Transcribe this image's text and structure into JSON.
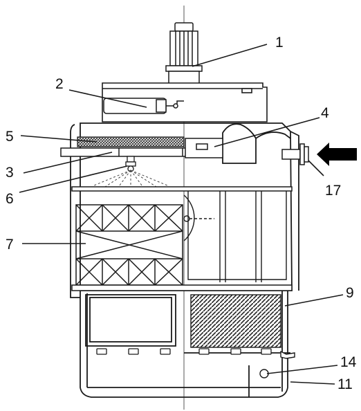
{
  "diagram": {
    "type": "cooling-tower-cross-section",
    "callouts": [
      {
        "id": "motor",
        "text": "1"
      },
      {
        "id": "upper-unit",
        "text": "2"
      },
      {
        "id": "spray-pipe",
        "text": "3"
      },
      {
        "id": "inlet-pipe",
        "text": "4"
      },
      {
        "id": "drift-eliminator",
        "text": "5"
      },
      {
        "id": "nozzle",
        "text": "6"
      },
      {
        "id": "fill-pack",
        "text": "7"
      },
      {
        "id": "air-inlet-louver",
        "text": "9"
      },
      {
        "id": "outlet-valve",
        "text": "14"
      },
      {
        "id": "basin-drain",
        "text": "11"
      },
      {
        "id": "water-inlet",
        "text": "17"
      }
    ],
    "colors": {
      "line": "#1a1a1a",
      "hatch": "#555555",
      "arrow": "#000000",
      "background": "#ffffff"
    }
  }
}
